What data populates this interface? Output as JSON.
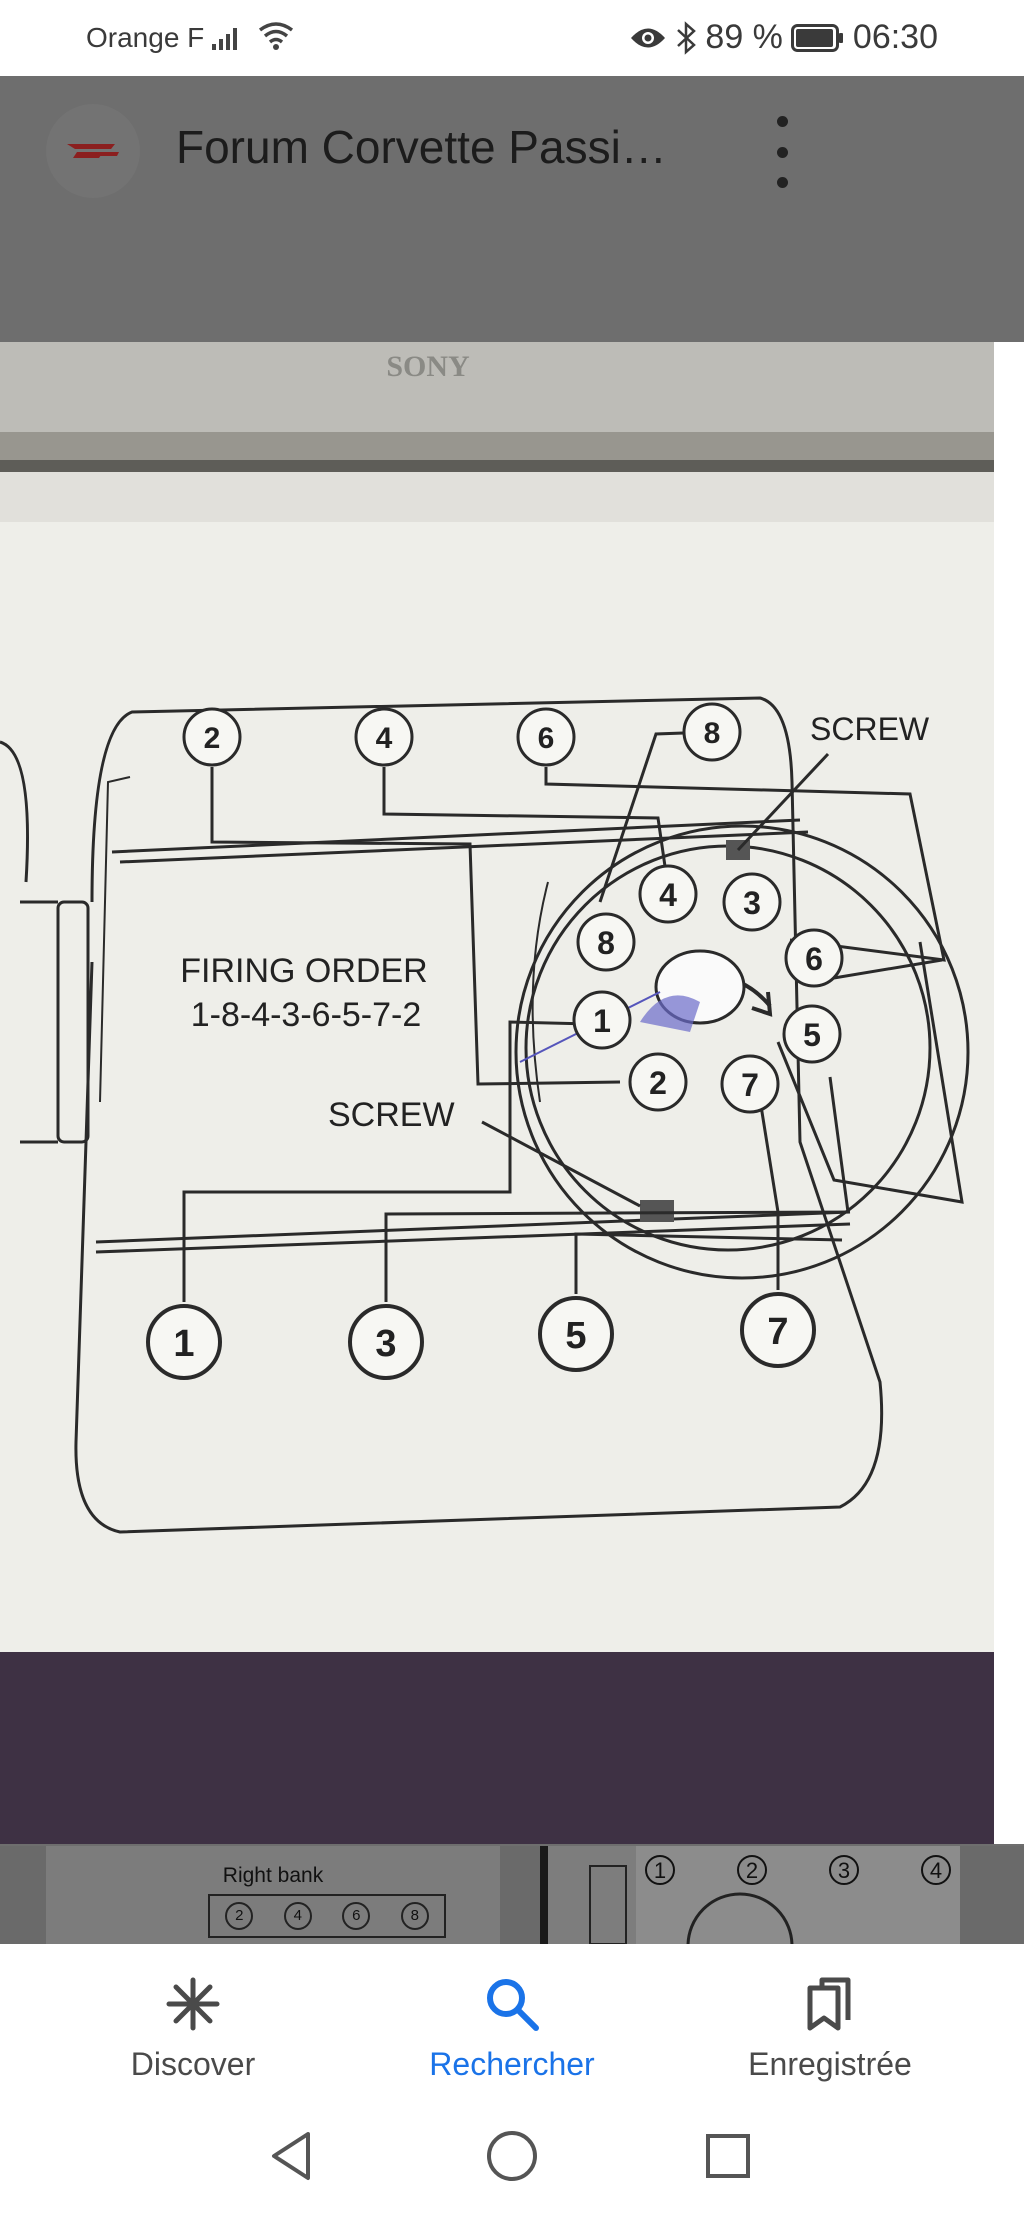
{
  "status_bar": {
    "carrier": "Orange F",
    "battery": "89 %",
    "time": "06:30",
    "icons": [
      "signal-icon",
      "wifi-icon",
      "eye-icon",
      "bluetooth-icon",
      "battery-icon"
    ]
  },
  "app_bar": {
    "title": "Forum Corvette Passi…",
    "logo": "site-logo-icon",
    "menu": "more-vert-icon"
  },
  "image": {
    "brand": "SONY",
    "labels": {
      "firing_order_title": "FIRING ORDER",
      "firing_order_sequence": "1-8-4-3-6-5-7-2",
      "screw_top": "SCREW",
      "screw_bottom": "SCREW"
    },
    "top_plugs": [
      "2",
      "4",
      "6",
      "8"
    ],
    "bottom_plugs": [
      "1",
      "3",
      "5",
      "7"
    ],
    "cap_terminals": [
      "4",
      "3",
      "8",
      "6",
      "1",
      "5",
      "2",
      "7"
    ]
  },
  "thumbnails": {
    "first_title": "Right bank",
    "first_plugs": [
      "2",
      "4",
      "6",
      "8"
    ],
    "second_numbers": [
      "1",
      "2",
      "3",
      "4"
    ]
  },
  "bottom_nav": {
    "items": [
      {
        "label": "Discover",
        "icon": "asterisk-icon",
        "active": false
      },
      {
        "label": "Rechercher",
        "icon": "search-icon",
        "active": true
      },
      {
        "label": "Enregistrée",
        "icon": "bookmarks-icon",
        "active": false
      }
    ],
    "active_color": "#1a73e8"
  },
  "system_nav": [
    "back-icon",
    "home-icon",
    "recents-icon"
  ]
}
